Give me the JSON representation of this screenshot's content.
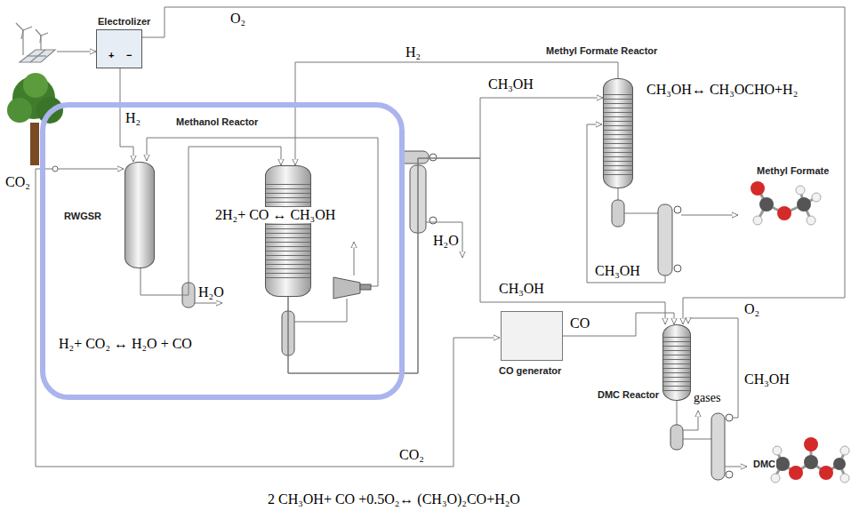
{
  "diagram": {
    "nodes": [
      {
        "text": [
          "Electrolizer"
        ]
      },
      {
        "text": [
          "H₂+ CO₂ ↔ H₂O + CO"
        ]
      },
      {
        "text": [
          "RWGSR"
        ],
        "in": 1
      },
      {
        "text": [
          "Methanol Reactor",
          "2H₂+ CO ↔ CH₃OH"
        ],
        "in": 1
      },
      {
        "text": [
          "Methyl Formate Reactor"
        ]
      },
      {
        "text": [
          "CO generator"
        ]
      },
      {
        "text": [
          "DMC Reactor"
        ]
      }
    ],
    "edges": [
      {
        "from": 0,
        "to": 2,
        "arrow": "to",
        "label": "H₂"
      },
      {
        "from": 2,
        "to": 3,
        "arrow": "to"
      },
      {
        "from": 4,
        "to": 3,
        "arrow": "to",
        "label": "H₂"
      },
      {
        "from": 3,
        "to": 4,
        "arrow": "to",
        "label": "CH₃OH"
      },
      {
        "from": 3,
        "to": 6,
        "arrow": "to",
        "label": "CH₃OH"
      },
      {
        "from": 5,
        "to": 6,
        "arrow": "to",
        "label": "CO"
      },
      {
        "from": 0,
        "to": 6,
        "arrow": "to",
        "label": "O₂"
      }
    ],
    "labels": [
      "O₂",
      "CO₂",
      "CO₂",
      "H₂O",
      "H₂O",
      "CH₃OH",
      "CH₃OH",
      "CH₃OH↔ CH₃OCHO+H₂",
      "Methyl Formate",
      "gases",
      "2 CH₃OH+ CO +0.5O₂↔ (CH₃O)₂CO+H₂O",
      "DMC",
      "+",
      "−"
    ]
  }
}
